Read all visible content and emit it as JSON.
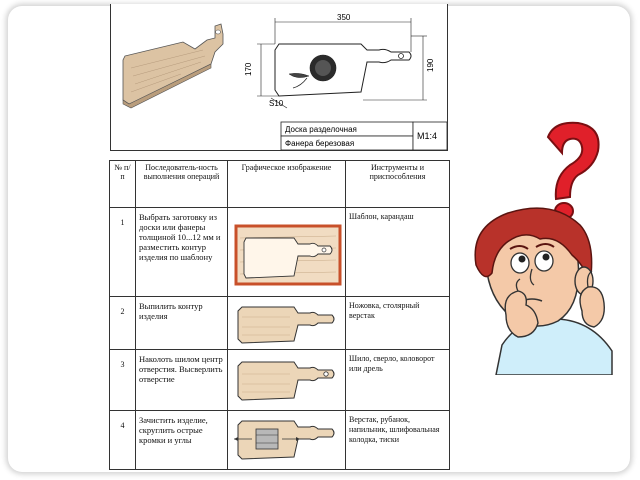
{
  "drawing": {
    "dim_width": "350",
    "dim_height_left": "170",
    "dim_height_right": "190",
    "dim_thickness": "S10",
    "stamp_name": "Доска разделочная",
    "stamp_material": "Фанера березовая",
    "stamp_scale": "М1:4"
  },
  "table": {
    "headers": {
      "num": "№ п/п",
      "sequence": "Последователь-ность выполнения операций",
      "graphic": "Графическое изображение",
      "tools": "Инструменты и приспособления"
    },
    "rows": [
      {
        "num": "1",
        "operation": "Выбрать заготовку из доски или фанеры толщиной 10...12 мм и разместить контур изделия по шаблону",
        "tools": "Шаблон, карандаш"
      },
      {
        "num": "2",
        "operation": "Выпилить контур изделия",
        "tools": "Ножовка, столярный верстак"
      },
      {
        "num": "3",
        "operation": "Наколоть шилом центр отверстия. Высверлить отверстие",
        "tools": "Шило, сверло, коловорот или дрель"
      },
      {
        "num": "4",
        "operation": "Зачистить изделие, скруглить острые кромки и углы",
        "tools": "Верстак, рубанок, напильник, шлифовальная колодка, тиски"
      }
    ]
  },
  "colors": {
    "question_mark": "#e0202a",
    "hair": "#b8322a",
    "skin": "#f4c9a8",
    "shirt": "#cfeefa",
    "wood": "#e9d2b4",
    "blank_red": "#c8502a"
  }
}
